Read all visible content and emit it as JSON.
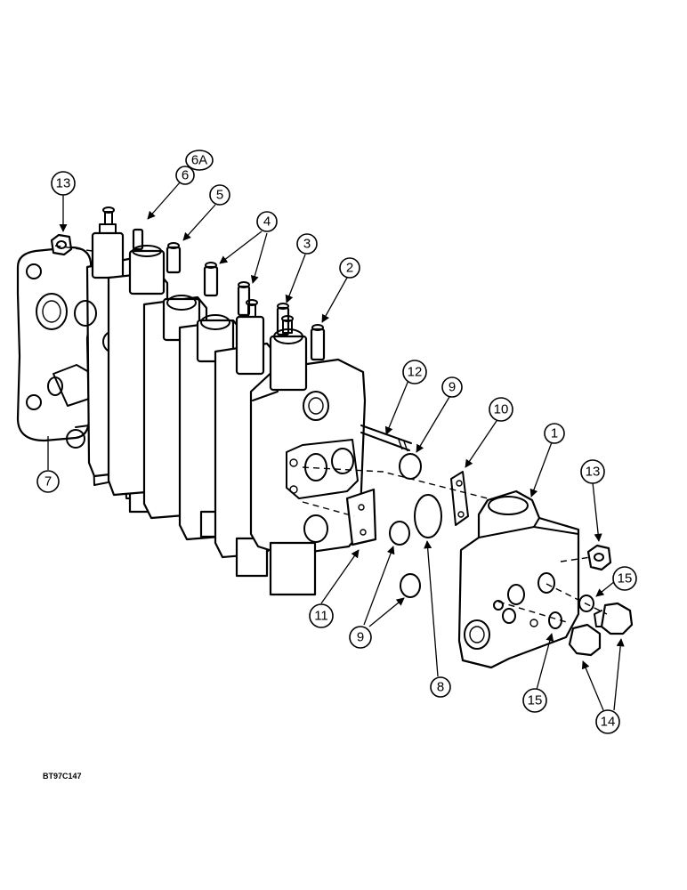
{
  "figure_code": "BT97C147",
  "callouts": {
    "c1": "1",
    "c2": "2",
    "c3": "3",
    "c4": "4",
    "c5": "5",
    "c6": "6",
    "c6a": "6A",
    "c7": "7",
    "c8": "8",
    "c9_top": "9",
    "c9_bottom": "9",
    "c10": "10",
    "c11": "11",
    "c12": "12",
    "c13_left": "13",
    "c13_right": "13",
    "c14": "14",
    "c15_top": "15",
    "c15_bottom": "15"
  },
  "colors": {
    "line": "#000000",
    "background": "#ffffff"
  }
}
